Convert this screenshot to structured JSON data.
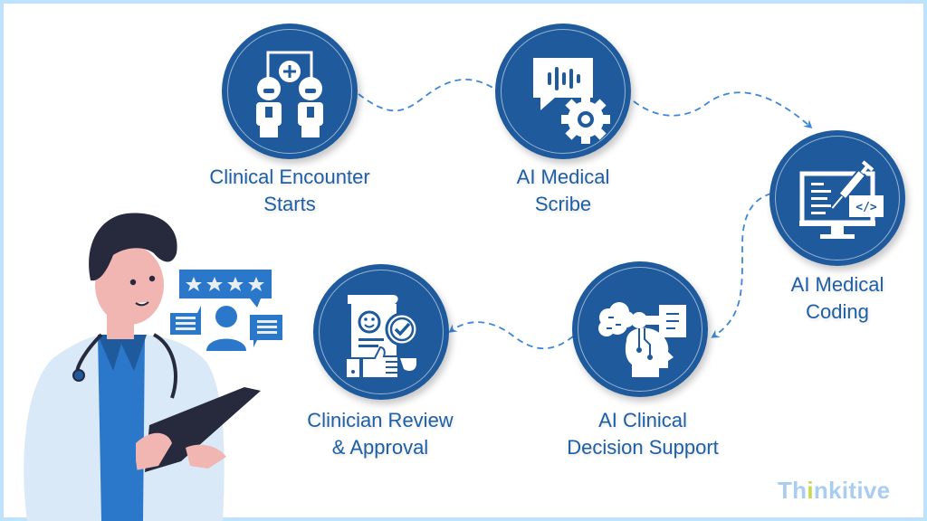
{
  "diagram": {
    "type": "workflow",
    "steps": [
      {
        "id": 1,
        "title_line1": "Clinical Encounter",
        "title_line2": "Starts",
        "icon": "two-people-medical-cross-icon"
      },
      {
        "id": 2,
        "title_line1": "AI Medical",
        "title_line2": "Scribe",
        "icon": "speech-waveform-gear-icon"
      },
      {
        "id": 3,
        "title_line1": "AI Medical",
        "title_line2": "Coding",
        "icon": "monitor-syringe-code-icon"
      },
      {
        "id": 4,
        "title_line1": "AI Clinical",
        "title_line2": "Decision Support",
        "icon": "brain-head-circuit-icon"
      },
      {
        "id": 5,
        "title_line1": "Clinician Review",
        "title_line2": "& Approval",
        "icon": "document-checkmark-thumbsup-icon"
      }
    ],
    "connectors": [
      {
        "from": 1,
        "to": 2,
        "style": "dashed-curve-arrow"
      },
      {
        "from": 2,
        "to": 3,
        "style": "dashed-curve-arrow"
      },
      {
        "from": 3,
        "to": 4,
        "style": "dashed-curve-arrow"
      },
      {
        "from": 4,
        "to": 5,
        "style": "dashed-curve-arrow"
      }
    ]
  },
  "illustration": {
    "subject": "doctor-holding-tablet",
    "review_bubble_stars": 4
  },
  "brand": {
    "logo_prefix": "Th",
    "logo_i": "i",
    "logo_suffix": "nkitive"
  },
  "colors": {
    "circle": "#1e5a9c",
    "label": "#1e5fa6",
    "connector": "#3d86d8",
    "border": "#bfe3fb",
    "logo": "#a9cdf0",
    "logo_accent": "#c5dc4a"
  }
}
